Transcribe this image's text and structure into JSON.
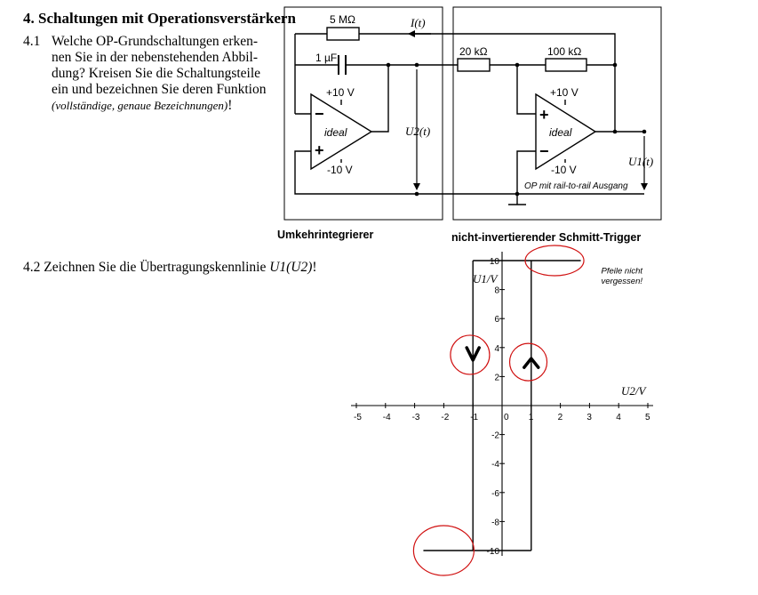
{
  "title": "4. Schaltungen mit Operationsverstärkern",
  "q41": {
    "number": "4.1",
    "lines": [
      "Welche OP-Grundschaltungen erken-",
      "nen Sie in der nebenstehenden Abbil-",
      "dung? Kreisen Sie die Schaltungsteile",
      "ein und bezeichnen Sie deren Funktion"
    ],
    "note": "(vollständige, genaue Bezeichnungen)",
    "note_end": "!"
  },
  "q42": {
    "text": "4.2  Zeichnen Sie die Übertragungskennlinie ",
    "formula": "U1(U2)",
    "end": "!"
  },
  "circuit": {
    "resistor_feedback": "5 MΩ",
    "current_label": "I(t)",
    "capacitor": "1 µF",
    "resistor_in": "20 kΩ",
    "resistor_fb": "100 kΩ",
    "opamp1": {
      "supply_pos": "+10 V",
      "supply_neg": "-10 V",
      "label": "ideal",
      "inv": "−",
      "noninv": "+"
    },
    "opamp2": {
      "supply_pos": "+10 V",
      "supply_neg": "-10 V",
      "label": "ideal",
      "inv": "−",
      "noninv": "+"
    },
    "u2_label": "U2(t)",
    "u1_label": "U1(t)",
    "opamp_note": "OP mit rail-to-rail Ausgang"
  },
  "captions": {
    "left": "Umkehrintegrierer",
    "right": "nicht-invertierender Schmitt-Trigger"
  },
  "chart_data": {
    "type": "line",
    "xlabel": "U2/V",
    "ylabel": "U1/V",
    "xlim": [
      -5,
      5
    ],
    "ylim": [
      -10,
      10
    ],
    "x_ticks": [
      -5,
      -4,
      -3,
      -2,
      -1,
      0,
      1,
      2,
      3,
      4,
      5
    ],
    "y_ticks": [
      -10,
      -8,
      -6,
      -4,
      -2,
      0,
      2,
      4,
      6,
      8,
      10
    ],
    "x_tick_labels": [
      "-5",
      "-4",
      "-3",
      "-2",
      "-1",
      "0",
      "1",
      "2",
      "3",
      "4",
      "5"
    ],
    "y_tick_labels": [
      "-10",
      "-8",
      "-6",
      "-4",
      "-2",
      "",
      "2",
      "4",
      "6",
      "8",
      "10"
    ],
    "hysteresis": {
      "thresholds": [
        -1,
        1
      ],
      "high": 10,
      "low": -10,
      "x_min": -2.7,
      "x_max": 2.7
    },
    "arrows": [
      {
        "x": -1,
        "y": 3.5,
        "direction": "down"
      },
      {
        "x": 1,
        "y": 3,
        "direction": "up"
      }
    ],
    "circles": [
      {
        "x": 1.8,
        "y": 10
      },
      {
        "x": -1.1,
        "y": 3.5
      },
      {
        "x": 0.9,
        "y": 3
      },
      {
        "x": -2,
        "y": -10
      }
    ],
    "annotation": [
      "Pfeile nicht",
      "vergessen!"
    ]
  }
}
